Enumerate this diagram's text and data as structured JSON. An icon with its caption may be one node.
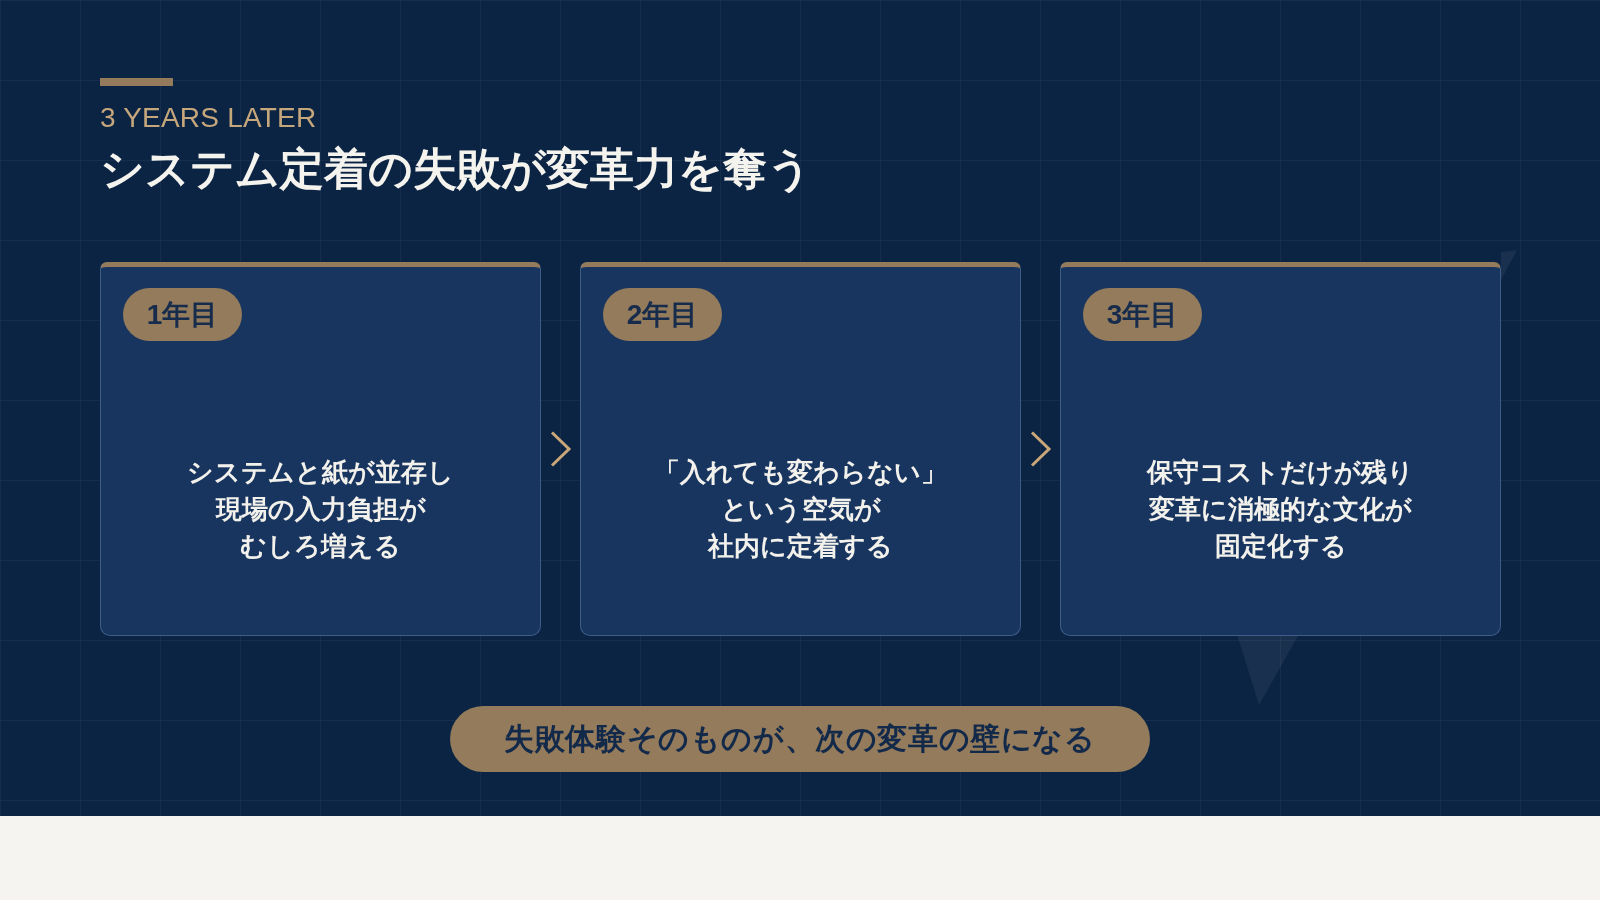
{
  "diagram": {
    "title": "システム定着の失敗が変革力を奪う",
    "nodes": [
      {
        "text": [
          "システムと紙が並存し現場の入力負担がむしろ増える"
        ]
      },
      {
        "text": [
          "1年目"
        ],
        "in": 0
      },
      {
        "text": [
          "「入れても変わらない」という空気が社内に定着する"
        ]
      },
      {
        "text": [
          "2年目"
        ],
        "in": 2
      },
      {
        "text": [
          "保守コストだけが残り変革に消極的な文化が固定化する"
        ]
      },
      {
        "text": [
          "3年目"
        ],
        "in": 4
      },
      {
        "text": [
          "失敗体験そのものが、次の変革の壁になる"
        ]
      }
    ],
    "edges": [
      {
        "from": 0,
        "to": 2,
        "arrow": "to"
      },
      {
        "from": 2,
        "to": 4,
        "arrow": "to"
      }
    ],
    "labels": [
      "3 YEARS LATER"
    ]
  }
}
